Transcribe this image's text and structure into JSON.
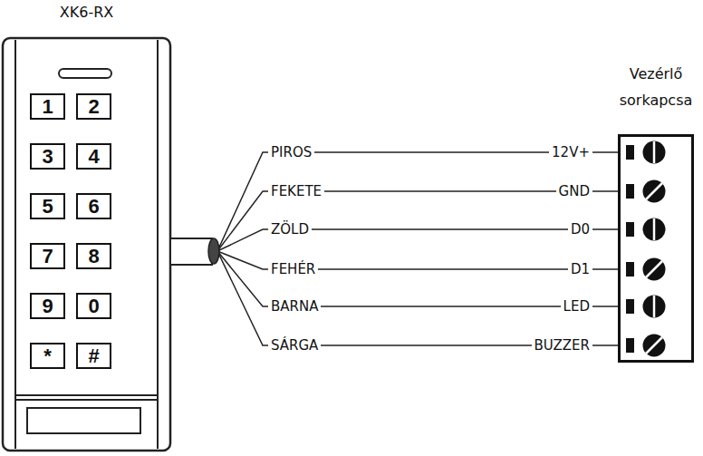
{
  "diagram": {
    "nodes": [
      {
        "text": [
          "XK6-RX"
        ]
      },
      {
        "text": [
          "1"
        ],
        "in": 0
      },
      {
        "text": [
          "2"
        ],
        "in": 0
      },
      {
        "text": [
          "3"
        ],
        "in": 0
      },
      {
        "text": [
          "4"
        ],
        "in": 0
      },
      {
        "text": [
          "5"
        ],
        "in": 0
      },
      {
        "text": [
          "6"
        ],
        "in": 0
      },
      {
        "text": [
          "7"
        ],
        "in": 0
      },
      {
        "text": [
          "8"
        ],
        "in": 0
      },
      {
        "text": [
          "9"
        ],
        "in": 0
      },
      {
        "text": [
          "0"
        ],
        "in": 0
      },
      {
        "text": [
          "*"
        ],
        "in": 0
      },
      {
        "text": [
          "#"
        ],
        "in": 0
      },
      {
        "text": [
          "Vezérlő sorkapcsa"
        ]
      }
    ],
    "edges": [
      {
        "from": 0,
        "to": 13,
        "arrow": "none",
        "label": "PIROS"
      },
      {
        "from": 0,
        "to": 13,
        "arrow": "none",
        "label": "FEKETE"
      },
      {
        "from": 0,
        "to": 13,
        "arrow": "none",
        "label": "ZÖLD"
      },
      {
        "from": 0,
        "to": 13,
        "arrow": "none",
        "label": "FEHÉR"
      },
      {
        "from": 0,
        "to": 13,
        "arrow": "none",
        "label": "BARNA"
      },
      {
        "from": 0,
        "to": 13,
        "arrow": "none",
        "label": "SÁRGA"
      }
    ],
    "labels": [
      "12V+",
      "GND",
      "D0",
      "D1",
      "LED",
      "BUZZER"
    ]
  }
}
